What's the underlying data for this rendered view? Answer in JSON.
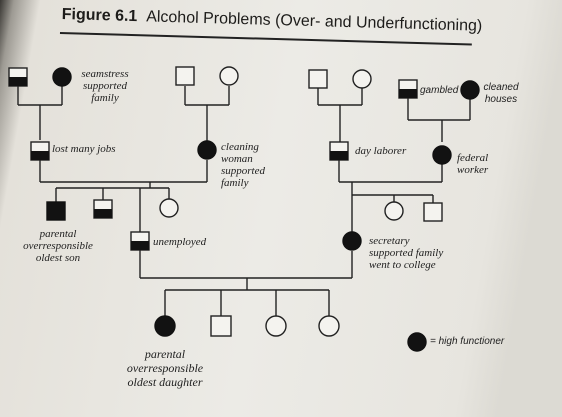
{
  "title": {
    "figure": "Figure 6.1",
    "text": "Alcohol Problems (Over- and Underfunctioning)"
  },
  "labels": {
    "seamstress": "seamstress",
    "supported": "supported",
    "family": "family",
    "lost_many_jobs": "lost many jobs",
    "cleaning": "cleaning",
    "woman": "woman",
    "supported_family_2": "supported",
    "family_2": "family",
    "gambled": "gambled",
    "cleaned": "cleaned",
    "houses": "houses",
    "day_laborer": "day laborer",
    "federal": "federal",
    "worker": "worker",
    "parental": "parental",
    "overresponsible": "overresponsible",
    "oldest_son": "oldest son",
    "unemployed": "unemployed",
    "secretary": "secretary",
    "supported_family_3": "supported family",
    "went_to_college": "went to college",
    "parental_2": "parental",
    "overresponsible_2": "overresponsible",
    "oldest_daughter": "oldest daughter"
  },
  "legend": {
    "text": "= high functioner"
  }
}
